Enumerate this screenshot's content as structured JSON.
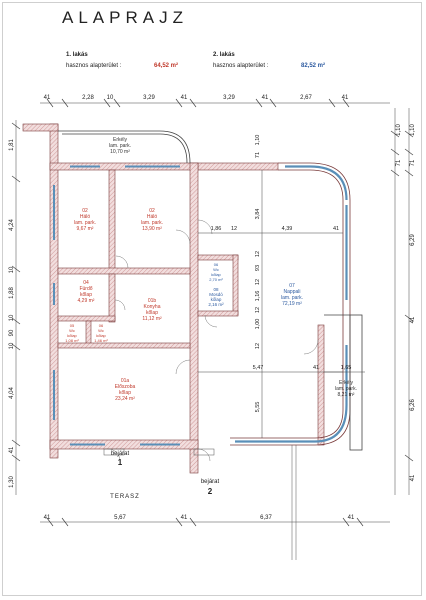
{
  "title": "ALAPRAJZ",
  "apartments": [
    {
      "name": "1. lakás",
      "label": "hasznos alapterület :",
      "area": "64,52 m²"
    },
    {
      "name": "2. lakás",
      "label": "hasznos alapterület :",
      "area": "82,52 m²"
    }
  ],
  "dims_top": [
    "41",
    "2,28",
    "10",
    "3,29",
    "41",
    "3,29",
    "41",
    "2,67",
    "41"
  ],
  "dims_bottom": [
    "41",
    "5,67",
    "41",
    "6,37",
    "41"
  ],
  "dims_left": [
    "1,81",
    "4,24",
    "10",
    "1,88",
    "10",
    "90",
    "10",
    "4,04",
    "41",
    "1,30"
  ],
  "dims_right": [
    "1,10",
    "71",
    "6,29",
    "41",
    "6,26",
    "41"
  ],
  "dims_inner_right": [
    "1,10",
    "71",
    "3,84"
  ],
  "dims_inner": [
    "1,86",
    "12",
    "4,39",
    "41",
    "12",
    "93",
    "12",
    "1,16",
    "12",
    "1,00",
    "12",
    "5,47",
    "41",
    "1,65",
    "5,55"
  ],
  "rooms": [
    {
      "num": "Erkély",
      "name": "lam. park.",
      "area": "10,70 m²",
      "color": "#333333"
    },
    {
      "num": "02",
      "name": "Háló",
      "floor": "lam. park.",
      "area": "9,67 m²",
      "color": "#c0392b"
    },
    {
      "num": "02",
      "name": "Háló",
      "floor": "lam. park.",
      "area": "13,90 m²",
      "color": "#c0392b"
    },
    {
      "num": "04",
      "name": "Fürdő",
      "floor": "kőlap",
      "area": "4,29 m²",
      "color": "#c0392b"
    },
    {
      "num": "01b",
      "name": "Konyha",
      "floor": "kőlap",
      "area": "11,12 m²",
      "color": "#c0392b"
    },
    {
      "num": "05",
      "name": "Wc",
      "floor": "kőlap",
      "area": "1,08 m²",
      "color": "#c0392b"
    },
    {
      "num": "06",
      "name": "Wc",
      "floor": "kőlap",
      "area": "1,46 m²",
      "color": "#c0392b"
    },
    {
      "num": "01a",
      "name": "Előszoba",
      "floor": "kőlap",
      "area": "23,24 m²",
      "color": "#c0392b"
    },
    {
      "num": "06",
      "name": "Wc",
      "floor": "kőlap",
      "area": "2,70 m²",
      "color": "#2c5aa0"
    },
    {
      "num": "08",
      "name": "Mosdó",
      "floor": "kőlap",
      "area": "2,16 m²",
      "color": "#2c5aa0"
    },
    {
      "num": "07",
      "name": "Nappali",
      "floor": "lam. park.",
      "area": "72,19 m²",
      "color": "#2c5aa0"
    },
    {
      "num": "Erkély",
      "name": "lam. park.",
      "area": "8,21 m²",
      "color": "#333333"
    }
  ],
  "entrances": [
    {
      "label": "bejárat",
      "num": "1"
    },
    {
      "label": "bejárat",
      "num": "2"
    }
  ],
  "terrace": "TERASZ",
  "colors": {
    "wall": "#e8c8c8",
    "wall_stroke": "#7a3b3b",
    "window": "#7fb3d5",
    "dim": "#333333"
  }
}
